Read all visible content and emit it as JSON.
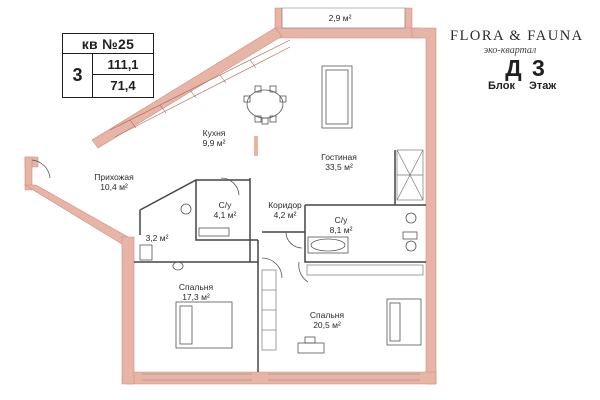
{
  "apartment": {
    "number_label": "кв №25",
    "rooms_count": "3",
    "total_area": "111,1",
    "living_area": "71,4"
  },
  "brand": {
    "name": "FLORA & FAUNA",
    "subtitle": "эко-квартал",
    "block_value": "Д",
    "floor_value": "3",
    "block_label": "Блок",
    "floor_label": "Этаж"
  },
  "rooms": {
    "balcony": {
      "area": "2,9 м²"
    },
    "kitchen": {
      "name": "Кухня",
      "area": "9,9 м²"
    },
    "living": {
      "name": "Гостиная",
      "area": "33,5 м²"
    },
    "hall": {
      "name": "Прихожая",
      "area": "10,4 м²"
    },
    "bath1": {
      "name": "С/у",
      "area": "4,1 м²"
    },
    "corridor": {
      "name": "Коридор",
      "area": "4,2 м²"
    },
    "bath2": {
      "name": "С/у",
      "area": "8,1 м²"
    },
    "closet": {
      "area": "3,2 м²"
    },
    "bedroom1": {
      "name": "Спальня",
      "area": "17,3 м²"
    },
    "bedroom2": {
      "name": "Спальня",
      "area": "20,5 м²"
    }
  },
  "colors": {
    "wall": "#e8b4a6",
    "wall_stroke": "#c98f80",
    "line": "#555555",
    "text": "#1f1f1f"
  }
}
